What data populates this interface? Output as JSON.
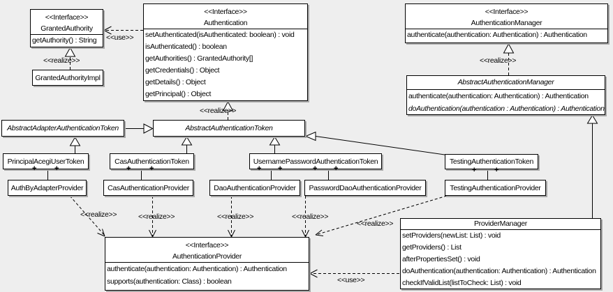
{
  "colors": {
    "background": "#eeeeee",
    "box_fill": "#ffffff",
    "border": "#000000",
    "shadow": "#a9a9a9"
  },
  "labels": {
    "use": "<<use>>",
    "realize": "<<realize>>",
    "plus": "+"
  },
  "classes": {
    "granted_authority": {
      "stereotype": "<<Interface>>",
      "name": "GrantedAuthority",
      "methods": [
        "getAuthority() : String"
      ]
    },
    "granted_authority_impl": {
      "name": "GrantedAuthorityImpl"
    },
    "authentication": {
      "stereotype": "<<Interface>>",
      "name": "Authentication",
      "methods": [
        "setAuthenticated(isAuthenticated: boolean) : void",
        "isAuthenticated() : boolean",
        "getAuthorities() : GrantedAuthority[]",
        "getCredentials() : Object",
        "getDetails() : Object",
        "getPrincipal() : Object"
      ]
    },
    "authentication_manager": {
      "stereotype": "<<Interface>>",
      "name": "AuthenticationManager",
      "methods": [
        "authenticate(authentication: Authentication) : Authentication"
      ]
    },
    "abstract_authentication_manager": {
      "name": "AbstractAuthenticationManager",
      "abstract": true,
      "methods": [
        "authenticate(authentication: Authentication) : Authentication",
        "doAuthentication(authentication : Authentication) : Authentication"
      ]
    },
    "abstract_adapter_authentication_token": {
      "name": "AbstractAdapterAuthenticationToken",
      "abstract": true
    },
    "abstract_authentication_token": {
      "name": "AbstractAuthenticationToken",
      "abstract": true
    },
    "principal_acegi_user_token": {
      "name": "PrincipalAcegiUserToken"
    },
    "cas_authentication_token": {
      "name": "CasAuthenticationToken"
    },
    "username_password_authentication_token": {
      "name": "UsernamePasswordAuthenticationToken"
    },
    "testing_authentication_token": {
      "name": "TestingAuthenticationToken"
    },
    "auth_by_adapter_provider": {
      "name": "AuthByAdapterProvider"
    },
    "cas_authentication_provider": {
      "name": "CasAuthenticationProvider"
    },
    "dao_authentication_provider": {
      "name": "DaoAuthenticationProvider"
    },
    "password_dao_authentication_provider": {
      "name": "PasswordDaoAuthenticationProvider"
    },
    "testing_authentication_provider": {
      "name": "TestingAuthenticationProvider"
    },
    "authentication_provider": {
      "stereotype": "<<Interface>>",
      "name": "AuthenticationProvider",
      "methods": [
        "authenticate(authentication: Authentication) : Authentication",
        "supports(authentication: Class) : boolean"
      ]
    },
    "provider_manager": {
      "name": "ProviderManager",
      "methods": [
        "setProviders(newList: List) : void",
        "getProviders() : List",
        "afterPropertiesSet() : void",
        "doAuthentication(authentication: Authentication) : Authentication",
        "checkIfValidList(listToCheck: List) : void"
      ]
    }
  },
  "relationships": [
    {
      "from": "GrantedAuthorityImpl",
      "to": "GrantedAuthority",
      "type": "realize"
    },
    {
      "from": "Authentication",
      "to": "GrantedAuthority",
      "type": "use"
    },
    {
      "from": "AbstractAuthenticationToken",
      "to": "Authentication",
      "type": "realize"
    },
    {
      "from": "AbstractAuthenticationManager",
      "to": "AuthenticationManager",
      "type": "realize"
    },
    {
      "from": "AbstractAdapterAuthenticationToken",
      "to": "AbstractAuthenticationToken",
      "type": "generalization"
    },
    {
      "from": "PrincipalAcegiUserToken",
      "to": "AbstractAdapterAuthenticationToken",
      "type": "generalization"
    },
    {
      "from": "CasAuthenticationToken",
      "to": "AbstractAuthenticationToken",
      "type": "generalization"
    },
    {
      "from": "UsernamePasswordAuthenticationToken",
      "to": "AbstractAuthenticationToken",
      "type": "generalization"
    },
    {
      "from": "TestingAuthenticationToken",
      "to": "AbstractAuthenticationToken",
      "type": "generalization"
    },
    {
      "from": "ProviderManager",
      "to": "AbstractAuthenticationManager",
      "type": "generalization"
    },
    {
      "from": "PrincipalAcegiUserToken",
      "to": "AuthByAdapterProvider",
      "type": "association",
      "multiplicity": "+ / +"
    },
    {
      "from": "CasAuthenticationToken",
      "to": "CasAuthenticationProvider",
      "type": "association",
      "multiplicity": "+ / +"
    },
    {
      "from": "UsernamePasswordAuthenticationToken",
      "to": "DaoAuthenticationProvider",
      "type": "association",
      "multiplicity": "+ / +"
    },
    {
      "from": "UsernamePasswordAuthenticationToken",
      "to": "PasswordDaoAuthenticationProvider",
      "type": "association",
      "multiplicity": "+ / +"
    },
    {
      "from": "TestingAuthenticationToken",
      "to": "TestingAuthenticationProvider",
      "type": "association",
      "multiplicity": "+ / +"
    },
    {
      "from": "AuthByAdapterProvider",
      "to": "AuthenticationProvider",
      "type": "realize"
    },
    {
      "from": "CasAuthenticationProvider",
      "to": "AuthenticationProvider",
      "type": "realize"
    },
    {
      "from": "DaoAuthenticationProvider",
      "to": "AuthenticationProvider",
      "type": "realize"
    },
    {
      "from": "PasswordDaoAuthenticationProvider",
      "to": "AuthenticationProvider",
      "type": "realize"
    },
    {
      "from": "TestingAuthenticationProvider",
      "to": "AuthenticationProvider",
      "type": "realize"
    },
    {
      "from": "ProviderManager",
      "to": "AuthenticationProvider",
      "type": "use"
    }
  ]
}
